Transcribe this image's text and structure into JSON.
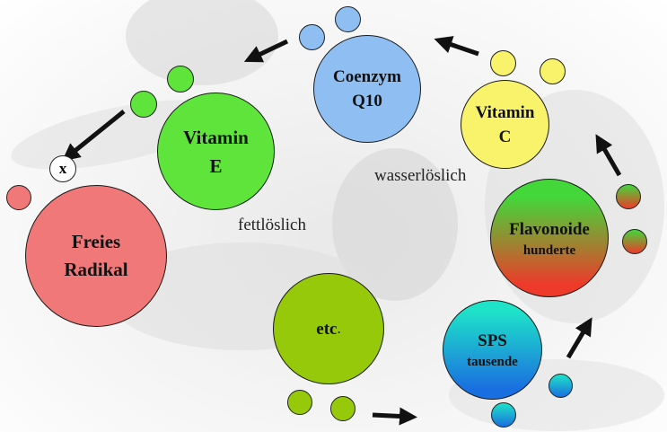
{
  "nodes": {
    "freies_radikal": {
      "line1": "Freies",
      "line2": "Radikal",
      "color": "#f07878"
    },
    "vitamin_e": {
      "line1": "Vitamin",
      "line2": "E",
      "color": "#5ee43a"
    },
    "coenzym_q10": {
      "line1": "Coenzym",
      "line2": "Q10",
      "color": "#8fbff2"
    },
    "vitamin_c": {
      "line1": "Vitamin",
      "line2": "C",
      "color": "#f8f36a"
    },
    "flavonoide": {
      "line1": "Flavonoide",
      "line2": "hunderte",
      "color_top": "#43d73a",
      "color_bottom": "#ee3a2a"
    },
    "sps": {
      "line1": "SPS",
      "line2": "tausende",
      "color_top": "#1ee3c8",
      "color_bottom": "#1a6fe0"
    },
    "etc": {
      "label": "etc",
      "suffix": ".",
      "color": "#95c90a"
    }
  },
  "labels": {
    "fettloeslich": "fettlöslich",
    "wasserloeslich": "wasserlöslich",
    "x_mark": "x"
  },
  "colors": {
    "arrow": "#111111",
    "outline": "#1a1a1a"
  }
}
